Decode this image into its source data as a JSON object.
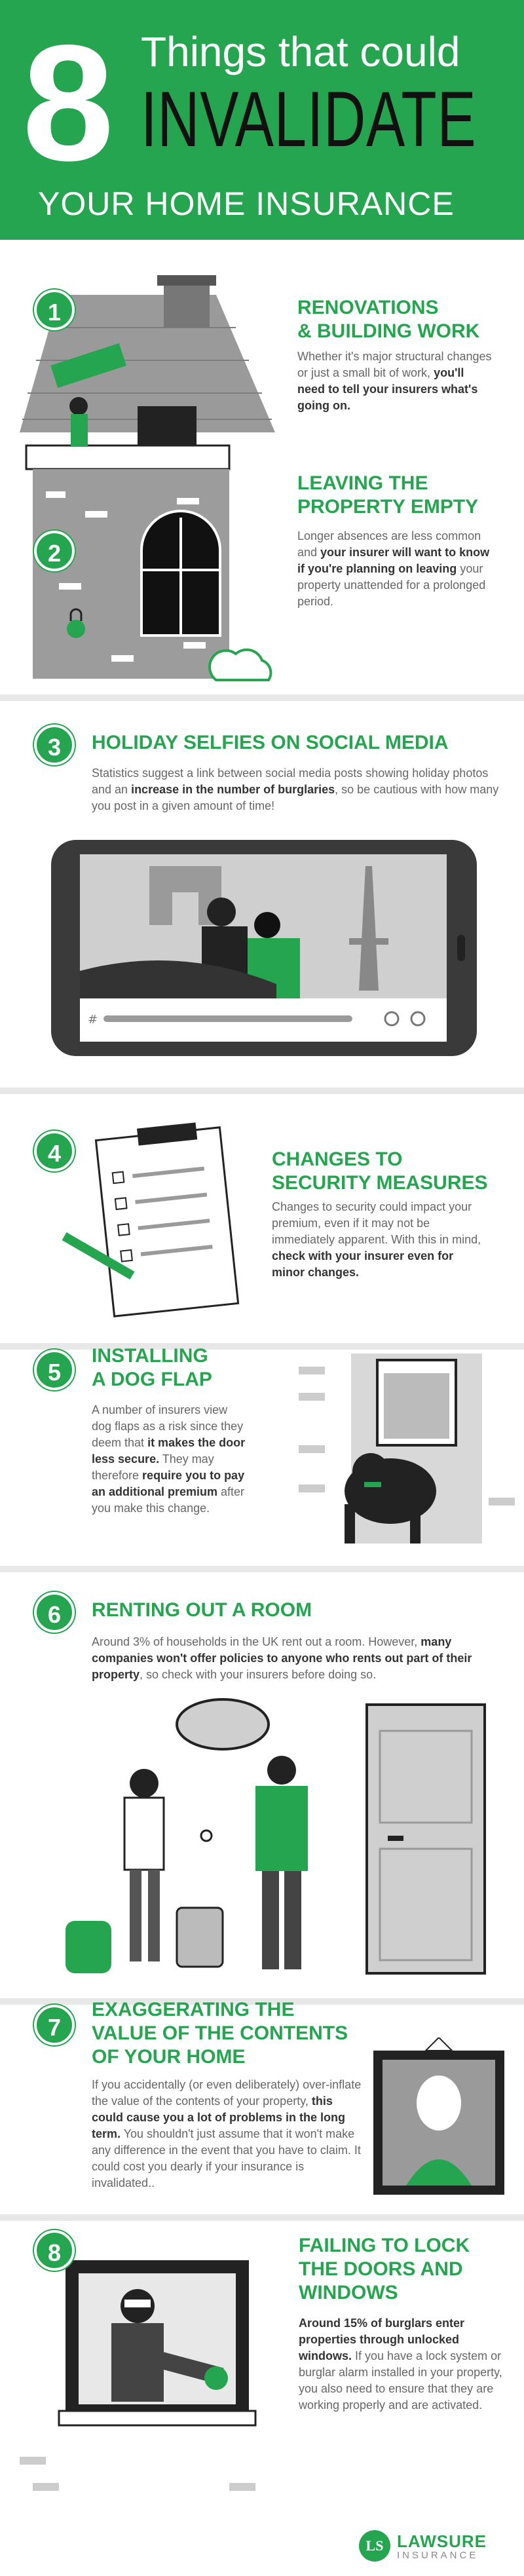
{
  "header": {
    "number": "8",
    "line1": "Things that could",
    "line2": "INVALIDATE",
    "line3": "YOUR HOME INSURANCE"
  },
  "colors": {
    "accent": "#26a550",
    "dark": "#222222",
    "grey": "#9a9a9a"
  },
  "items": [
    {
      "number": "1",
      "title_lines": [
        "RENOVATIONS",
        "& BUILDING WORK"
      ],
      "body_html": "Whether it's major structural changes or just a small bit of work, <b>you'll need to tell your insurers what's going on.</b>"
    },
    {
      "number": "2",
      "title_lines": [
        "LEAVING THE",
        "PROPERTY EMPTY"
      ],
      "body_html": "Longer absences are less common and <b>your insurer will want to know if you're planning on leaving</b> your property unattended for a prolonged period."
    },
    {
      "number": "3",
      "title_lines": [
        "HOLIDAY SELFIES ON SOCIAL MEDIA"
      ],
      "body_html": "Statistics suggest a link between social media posts showing holiday photos and an <b>increase in the number of burglaries</b>, so be cautious with how many you post in a given amount of time!"
    },
    {
      "number": "4",
      "title_lines": [
        "CHANGES TO",
        "SECURITY MEASURES"
      ],
      "body_html": "Changes to security could impact your premium, even if it may not be immediately apparent. With this in mind, <b>check with your insurer even for minor changes.</b>"
    },
    {
      "number": "5",
      "title_lines": [
        "INSTALLING",
        "A DOG FLAP"
      ],
      "body_html": "A number of insurers view dog flaps as a risk since they deem that <b>it makes the door less secure.</b> They may therefore <b>require you to pay an additional premium</b> after you make this change."
    },
    {
      "number": "6",
      "title_lines": [
        "RENTING OUT A ROOM"
      ],
      "body_html": "Around 3% of households in the UK rent out a room. However, <b>many companies won't offer policies to anyone who rents out part of their property</b>, so check with your insurers before doing so."
    },
    {
      "number": "7",
      "title_lines": [
        "EXAGGERATING THE",
        "VALUE OF THE CONTENTS",
        "OF YOUR HOME"
      ],
      "body_html": "If you accidentally (or even deliberately) over-inflate the value of the contents of your property, <b>this could cause you a lot of problems in the long term.</b> You shouldn't just assume that it won't make any difference in the event that you have to claim. It could cost you dearly if your insurance is invalidated.."
    },
    {
      "number": "8",
      "title_lines": [
        "FAILING TO LOCK",
        "THE DOORS AND",
        "WINDOWS"
      ],
      "body_html": "<b>Around 15% of burglars enter properties through unlocked windows.</b> If you have a lock system or burglar alarm installed in your property, you also need to ensure that they are working properly and are activated."
    }
  ],
  "footer": {
    "logo_initials": "LS",
    "logo_top": "LAWSURE",
    "logo_bottom": "INSURANCE"
  }
}
